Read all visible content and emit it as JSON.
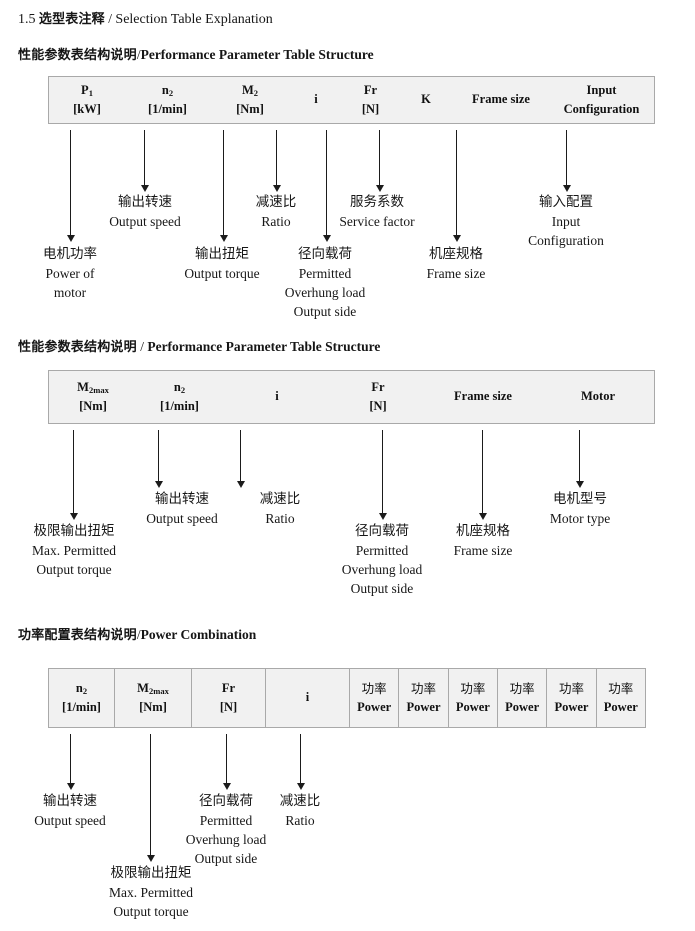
{
  "document": {
    "section_number": "1.5",
    "section_title_cn": "选型表注释",
    "section_title_en": "Selection Table Explanation",
    "separator": "/"
  },
  "sections": [
    {
      "heading_cn": "性能参数表结构说明",
      "heading_en": "Performance Parameter Table Structure",
      "separator": "/",
      "table": {
        "grid": false,
        "columns": [
          {
            "line1": "P",
            "sub1": "1",
            "line2": "[kW]"
          },
          {
            "line1": "n",
            "sub1": "2",
            "line2": "[1/min]"
          },
          {
            "line1": "M",
            "sub1": "2",
            "line2": "[Nm]"
          },
          {
            "line1": "i",
            "sub1": "",
            "line2": ""
          },
          {
            "line1": "Fr",
            "sub1": "",
            "line2": "[N]"
          },
          {
            "line1": "K",
            "sub1": "",
            "line2": ""
          },
          {
            "line1": "Frame size",
            "sub1": "",
            "line2": ""
          },
          {
            "line1": "Input",
            "sub1": "",
            "line2": "Configuration"
          }
        ]
      },
      "annotations": [
        {
          "cn": "电机功率",
          "en": [
            "Power of",
            "motor"
          ]
        },
        {
          "cn": "输出转速",
          "en": [
            "Output speed"
          ]
        },
        {
          "cn": "输出扭矩",
          "en": [
            "Output torque"
          ]
        },
        {
          "cn": "减速比",
          "en": [
            "Ratio"
          ]
        },
        {
          "cn": "径向载荷",
          "en": [
            "Permitted",
            "Overhung load",
            "Output side"
          ]
        },
        {
          "cn": "服务系数",
          "en": [
            "Service factor"
          ]
        },
        {
          "cn": "机座规格",
          "en": [
            "Frame size"
          ]
        },
        {
          "cn": "输入配置",
          "en": [
            "Input",
            "Configuration"
          ]
        }
      ]
    },
    {
      "heading_cn": "性能参数表结构说明",
      "heading_en": "Performance Parameter Table Structure",
      "separator": "/",
      "table": {
        "grid": false,
        "columns": [
          {
            "line1": "M",
            "sub1": "2max",
            "line2": "[Nm]"
          },
          {
            "line1": "n",
            "sub1": "2",
            "line2": "[1/min]"
          },
          {
            "line1": "i",
            "sub1": "",
            "line2": ""
          },
          {
            "line1": "Fr",
            "sub1": "",
            "line2": "[N]"
          },
          {
            "line1": "Frame size",
            "sub1": "",
            "line2": ""
          },
          {
            "line1": "Motor",
            "sub1": "",
            "line2": ""
          }
        ]
      },
      "annotations": [
        {
          "cn": "极限输出扭矩",
          "en": [
            "Max. Permitted",
            "Output  torque"
          ]
        },
        {
          "cn": "输出转速",
          "en": [
            "Output speed"
          ]
        },
        {
          "cn": "减速比",
          "en": [
            "Ratio"
          ]
        },
        {
          "cn": "径向载荷",
          "en": [
            "Permitted",
            "Overhung load",
            "Output side"
          ]
        },
        {
          "cn": "机座规格",
          "en": [
            "Frame size"
          ]
        },
        {
          "cn": "电机型号",
          "en": [
            "Motor type"
          ]
        }
      ]
    },
    {
      "heading_cn": "功率配置表结构说明",
      "heading_en": "Power Combination",
      "separator": "/",
      "table": {
        "grid": true,
        "columns": [
          {
            "line1": "n",
            "sub1": "2",
            "line2": "[1/min]"
          },
          {
            "line1": "M",
            "sub1": "2max",
            "line2": "[Nm]"
          },
          {
            "line1": "Fr",
            "sub1": "",
            "line2": "[N]"
          },
          {
            "line1": "i",
            "sub1": "",
            "line2": ""
          },
          {
            "line1_cn": "功率",
            "line2": "Power"
          },
          {
            "line1_cn": "功率",
            "line2": "Power"
          },
          {
            "line1_cn": "功率",
            "line2": "Power"
          },
          {
            "line1_cn": "功率",
            "line2": "Power"
          },
          {
            "line1_cn": "功率",
            "line2": "Power"
          },
          {
            "line1_cn": "功率",
            "line2": "Power"
          }
        ]
      },
      "annotations": [
        {
          "cn": "输出转速",
          "en": [
            "Output speed"
          ]
        },
        {
          "cn": "极限输出扭矩",
          "en": [
            "Max. Permitted",
            "Output  torque"
          ]
        },
        {
          "cn": "径向载荷",
          "en": [
            "Permitted",
            "Overhung load",
            "Output side"
          ]
        },
        {
          "cn": "减速比",
          "en": [
            "Ratio"
          ]
        }
      ]
    }
  ],
  "colors": {
    "table_fill": "#f1f1f1",
    "table_border": "#a9a9a9",
    "text": "#171717",
    "arrow": "#1b1b1b"
  }
}
